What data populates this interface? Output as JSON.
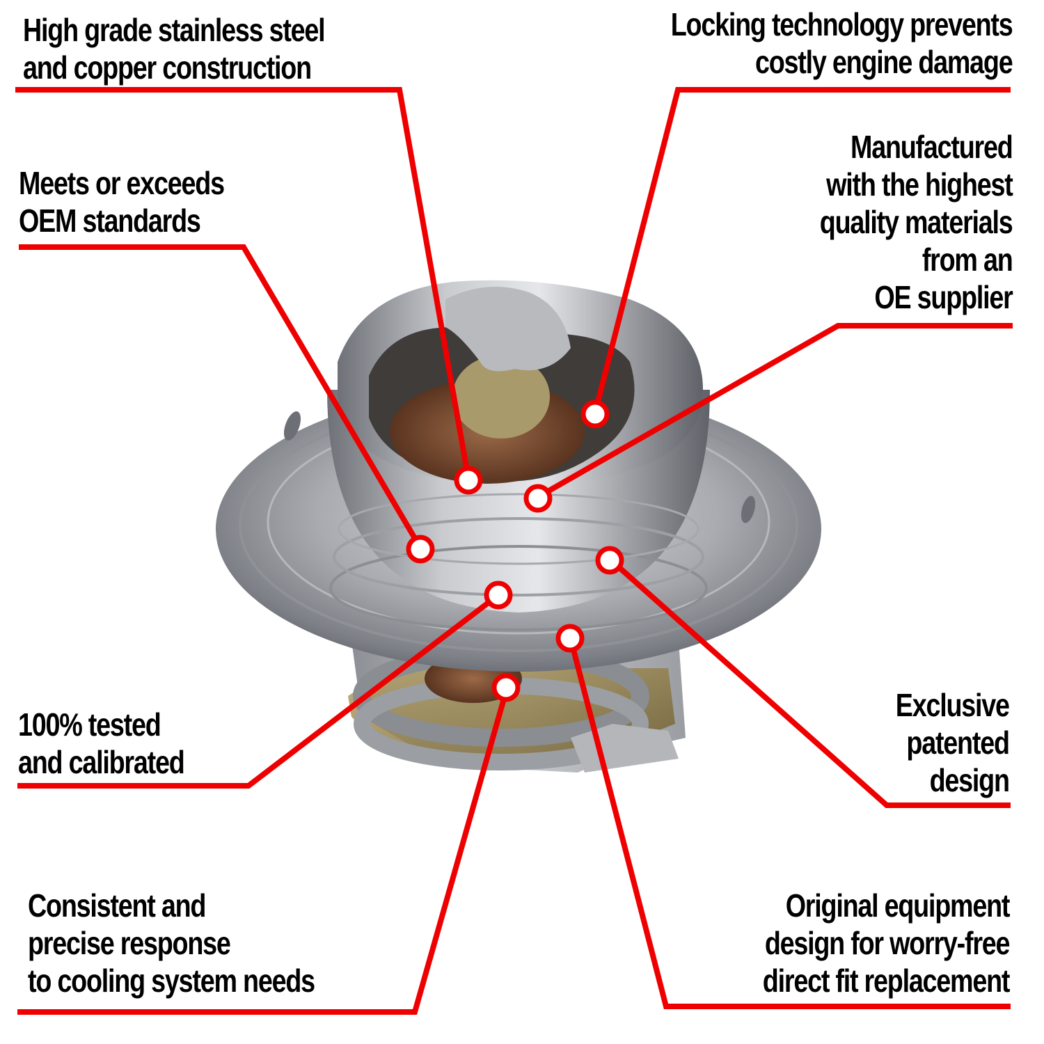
{
  "image": {
    "subject": "engine thermostat product infographic",
    "accent_color": "#ee0000",
    "callout_dot_fill": "#ffffff"
  },
  "callouts": [
    {
      "id": "stainless-steel",
      "lines": [
        "High grade stainless steel",
        "and copper construction"
      ]
    },
    {
      "id": "locking-technology",
      "lines": [
        "Locking technology prevents",
        "costly engine damage"
      ]
    },
    {
      "id": "oem-standards",
      "lines": [
        "Meets or exceeds",
        "OEM standards"
      ]
    },
    {
      "id": "quality-materials",
      "lines": [
        "Manufactured",
        "with the highest",
        "quality materials",
        "from an",
        "OE supplier"
      ]
    },
    {
      "id": "tested-calibrated",
      "lines": [
        "100% tested",
        "and calibrated"
      ]
    },
    {
      "id": "patented-design",
      "lines": [
        "Exclusive",
        "patented",
        "design"
      ]
    },
    {
      "id": "precise-response",
      "lines": [
        "Consistent and",
        "precise response",
        "to cooling system needs"
      ]
    },
    {
      "id": "direct-fit",
      "lines": [
        "Original equipment",
        "design for worry-free",
        "direct fit replacement"
      ]
    }
  ]
}
